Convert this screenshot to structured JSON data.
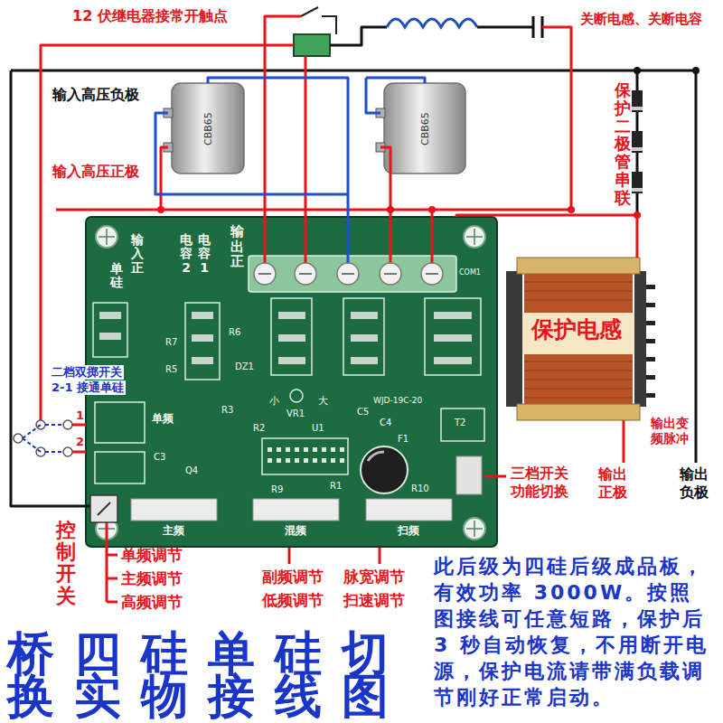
{
  "diagram": {
    "title": "桥四硅单硅切换实物接线图",
    "nodes": [
      {
        "text": [
          "单硅",
          "输入正",
          "电容2",
          "电容1",
          "输出正",
          "R7",
          "R6",
          "R5",
          "DZ1",
          "小",
          "大",
          "VR1",
          "WJD-19C-20",
          "R3",
          "R2",
          "U1",
          "C5",
          "C4",
          "F1",
          "T2",
          "R1",
          "R9",
          "R10",
          "单频",
          "C3",
          "Q4",
          "主频",
          "混频",
          "扫频",
          "COM1"
        ]
      },
      {
        "text": [
          "保护电感"
        ]
      }
    ],
    "edges": [
      {
        "from": 0,
        "to": 1,
        "arrow": "none"
      }
    ],
    "labels": [
      "12 伏继电器接常开触点",
      "关断电感、关断电容",
      "输入高压负极",
      "输入高压正极",
      "保护二极管串联",
      "CBB65",
      "CBB65",
      "二档双掷开关",
      "2-1 接通单硅",
      "1",
      "2",
      "控制开关",
      "单频调节",
      "主频调节",
      "高频调节",
      "副频调节",
      "低频调节",
      "脉宽调节",
      "扫速调节",
      "三档开关功能切换",
      "输出变频脉冲",
      "输出正极",
      "输出负极",
      "此后级为四硅后级成品板，有效功率 3000W。按照图接线可任意短路，保护后3 秒自动恢复，不用断开电源，保护电流请带满负载调节刚好正常启动。"
    ]
  }
}
